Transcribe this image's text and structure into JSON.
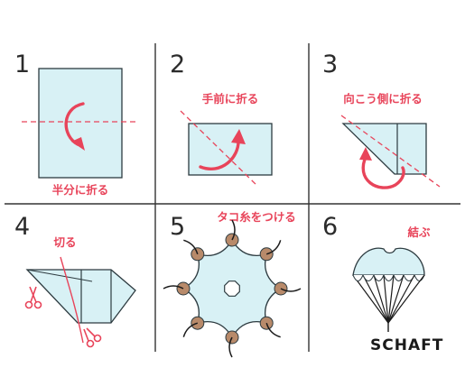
{
  "steps": [
    {
      "number": "1",
      "label": "半分に折る"
    },
    {
      "number": "2",
      "label": "手前に折る"
    },
    {
      "number": "3",
      "label": "向こう側に折る"
    },
    {
      "number": "4",
      "label": "切る"
    },
    {
      "number": "5",
      "label": "タコ糸をつける"
    },
    {
      "number": "6",
      "label": "結ぶ"
    }
  ],
  "brand": "SCHAFT",
  "colors": {
    "accent": "#e8445a",
    "paper": "#d8f1f5",
    "line": "#2d3b40",
    "tab": "#b88a6a"
  }
}
